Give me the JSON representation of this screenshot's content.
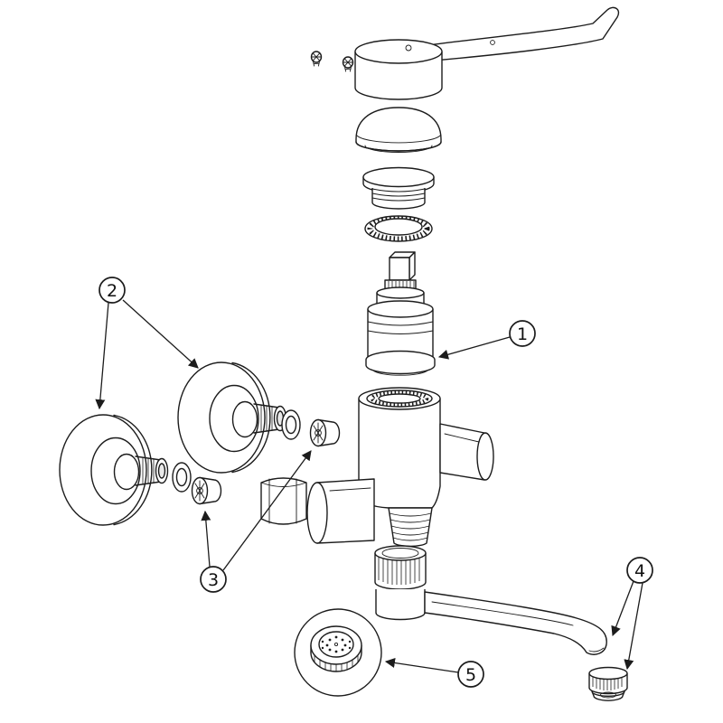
{
  "colors": {
    "line": "#1c1c1c",
    "background": "#ffffff"
  },
  "diagram": {
    "callouts": [
      {
        "label": "1"
      },
      {
        "label": "2"
      },
      {
        "label": "3"
      },
      {
        "label": "4"
      },
      {
        "label": "5"
      }
    ],
    "parts": [
      "lever-handle",
      "handle-screws",
      "dome-cap",
      "bonnet-collar",
      "lock-ring",
      "ceramic-cartridge",
      "mixer-body",
      "wall-flange",
      "washer",
      "inlet-filter",
      "hex-nut",
      "spout-nut",
      "swivel-spout",
      "aerator",
      "aerator-face-detail"
    ]
  }
}
